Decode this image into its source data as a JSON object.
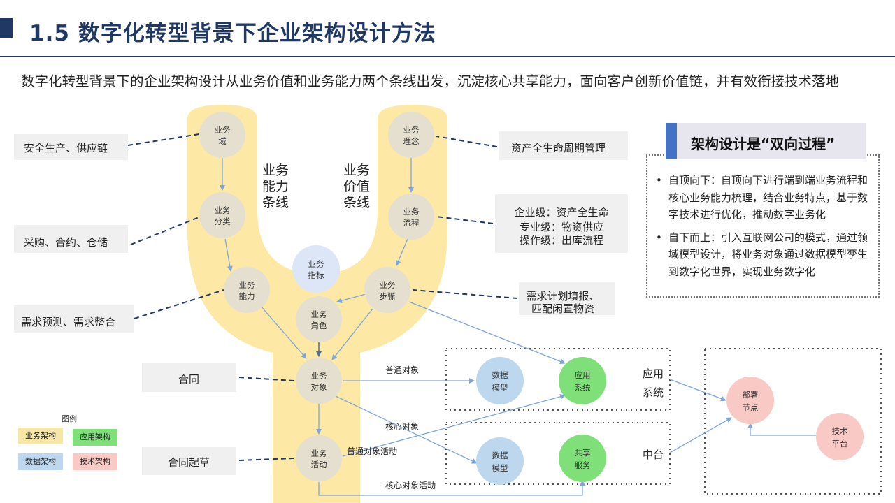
{
  "header": {
    "title": "1.5 数字化转型背景下企业架构设计方法"
  },
  "intro": "数字化转型背景下的企业架构设计从业务价值和业务能力两个条线出发，沉淀核心共享能力，面向客户创新价值链，并有效衔接技术落地",
  "colors": {
    "title_navy": "#1f3864",
    "business_yellow": "#fde9a5",
    "business_node": "#e5dfcf",
    "data_blue": "#bcd7ee",
    "app_green": "#7fe07a",
    "tech_pink": "#f9c9c6",
    "box_gray": "#f0f0f0",
    "accent_blue": "#4472c4"
  },
  "diagram": {
    "left_stream_label": [
      "业务",
      "能力",
      "条线"
    ],
    "right_stream_label": [
      "业务",
      "价值",
      "条线"
    ],
    "nodes": {
      "yewu_yu": [
        "业务",
        "域"
      ],
      "yewu_fenlei": [
        "业务",
        "分类"
      ],
      "yewu_nengli": [
        "业务",
        "能力"
      ],
      "yewu_linian": [
        "业务",
        "理念"
      ],
      "yewu_liucheng": [
        "业务",
        "流程"
      ],
      "yewu_buzhou": [
        "业务",
        "步骤"
      ],
      "yewu_zhibiao": [
        "业务",
        "指标"
      ],
      "yewu_juese": [
        "业务",
        "角色"
      ],
      "yewu_duixiang": [
        "业务",
        "对象"
      ],
      "yewu_huodong": [
        "业务",
        "活动"
      ],
      "shuju_moxing_1": [
        "数据",
        "模型"
      ],
      "shuju_moxing_2": [
        "数据",
        "模型"
      ],
      "yingyong_xitong": [
        "应用",
        "系统"
      ],
      "gongxiang_fuwu": [
        "共享",
        "服务"
      ],
      "bushu_jiedian": [
        "部署",
        "节点"
      ],
      "jishu_pingtai": [
        "技术",
        "平台"
      ]
    },
    "side_boxes": {
      "anquan": "安全生产、供应链",
      "caigou": "采购、合约、仓储",
      "xuqiu": "需求预测、需求整合",
      "hetong": "合同",
      "hetong_qicao": "合同起草",
      "zichan": "资产全生命周期管理",
      "qiyeji": [
        "企业级：资产全生命",
        "专业级：物资供应",
        "操作级：出库流程"
      ],
      "xuqiu_jihua": [
        "需求计划填报、",
        "匹配闲置物资"
      ]
    },
    "edge_labels": {
      "putong_duixiang": "普通对象",
      "hexin_duixiang": "核心对象",
      "putong_huodong": "普通对象活动",
      "hexin_huodong": "核心对象活动"
    },
    "group_labels": {
      "yingyong_xitong": [
        "应用",
        "系统"
      ],
      "zhongtai": "中台"
    }
  },
  "right_panel": {
    "header": "架构设计是“双向过程”",
    "items": [
      {
        "bullet": "•",
        "text": "自顶向下：自顶向下进行端到端业务流程和核心业务能力梳理，结合业务特点，基于数字技术进行优化，推动数字业务化"
      },
      {
        "bullet": "•",
        "text": "自下而上：引入互联网公司的模式，通过领域模型设计，将业务对象通过数据模型孪生到数字化世界，实现业务数字化"
      }
    ]
  },
  "legend": {
    "title": "图例",
    "items": [
      {
        "label": "业务架构",
        "color": "#f7e7a6"
      },
      {
        "label": "应用架构",
        "color": "#7fe07a"
      },
      {
        "label": "数据架构",
        "color": "#bcd7ee"
      },
      {
        "label": "技术架构",
        "color": "#f9c9c6"
      }
    ]
  }
}
